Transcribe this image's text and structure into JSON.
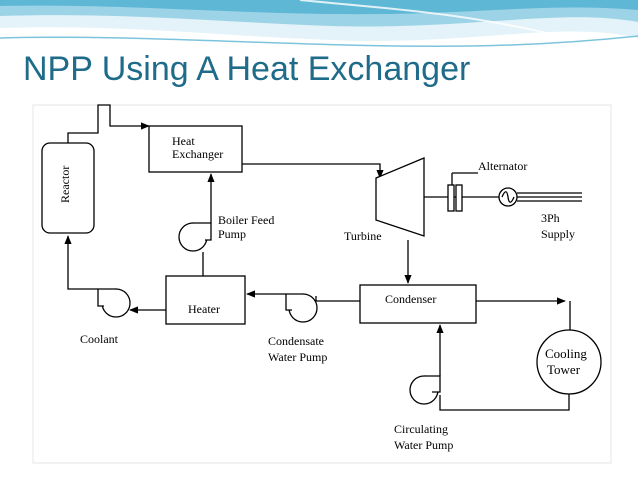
{
  "slide": {
    "title": "NPP Using A Heat Exchanger"
  },
  "diagram": {
    "reactor": "Reactor",
    "heat_exchanger": [
      "Heat",
      "Exchanger"
    ],
    "boiler_feed_pump": [
      "Boiler Feed",
      "Pump"
    ],
    "turbine": "Turbine",
    "alternator": "Alternator",
    "supply": [
      "3Ph",
      "Supply"
    ],
    "heater": "Heater",
    "condenser": "Condenser",
    "coolant": "Coolant",
    "condensate_pump": [
      "Condensate",
      "Water Pump"
    ],
    "cooling_tower": [
      "Cooling",
      "Tower"
    ],
    "circulating_pump": [
      "Circulating",
      "Water Pump"
    ]
  },
  "colors": {
    "title": "#1f6b8a",
    "wave_dark": "#5fb7d6",
    "wave_light": "#cfeaf4"
  }
}
